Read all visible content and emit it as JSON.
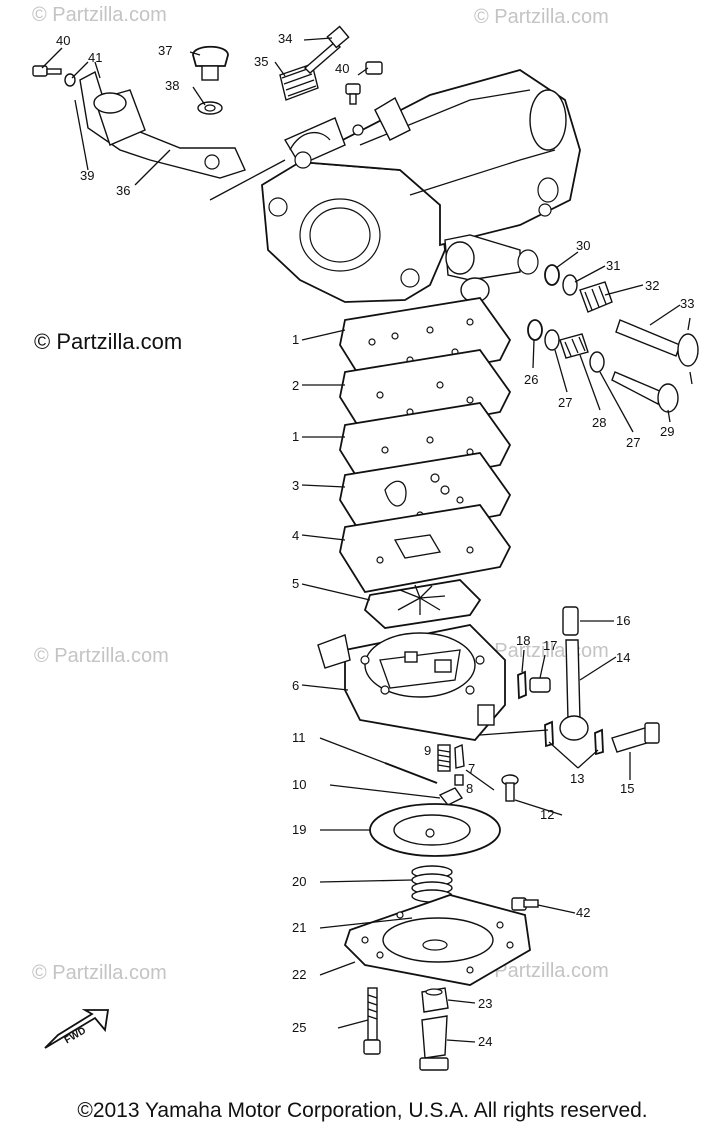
{
  "watermarks": {
    "top_left": "© Partzilla.com",
    "top_right": "© Partzilla.com",
    "center_left": "© Partzilla.com",
    "mid_left": "© Partzilla.com",
    "mid_right": "© Partzilla.com",
    "bottom_left": "© Partzilla.com",
    "bottom_right": "© Partzilla.com"
  },
  "footer": {
    "copyright": "©2013 Yamaha Motor Corporation, U.S.A. All rights reserved."
  },
  "fwd_label": "FWD",
  "callouts": [
    "40",
    "41",
    "39",
    "36",
    "37",
    "38",
    "35",
    "34",
    "40",
    "30",
    "31",
    "32",
    "33",
    "1",
    "2",
    "1",
    "3",
    "4",
    "5",
    "6",
    "26",
    "27",
    "28",
    "27",
    "29",
    "16",
    "18",
    "17",
    "14",
    "11",
    "9",
    "7",
    "8",
    "10",
    "12",
    "13",
    "15",
    "19",
    "20",
    "21",
    "42",
    "22",
    "23",
    "25",
    "24"
  ]
}
